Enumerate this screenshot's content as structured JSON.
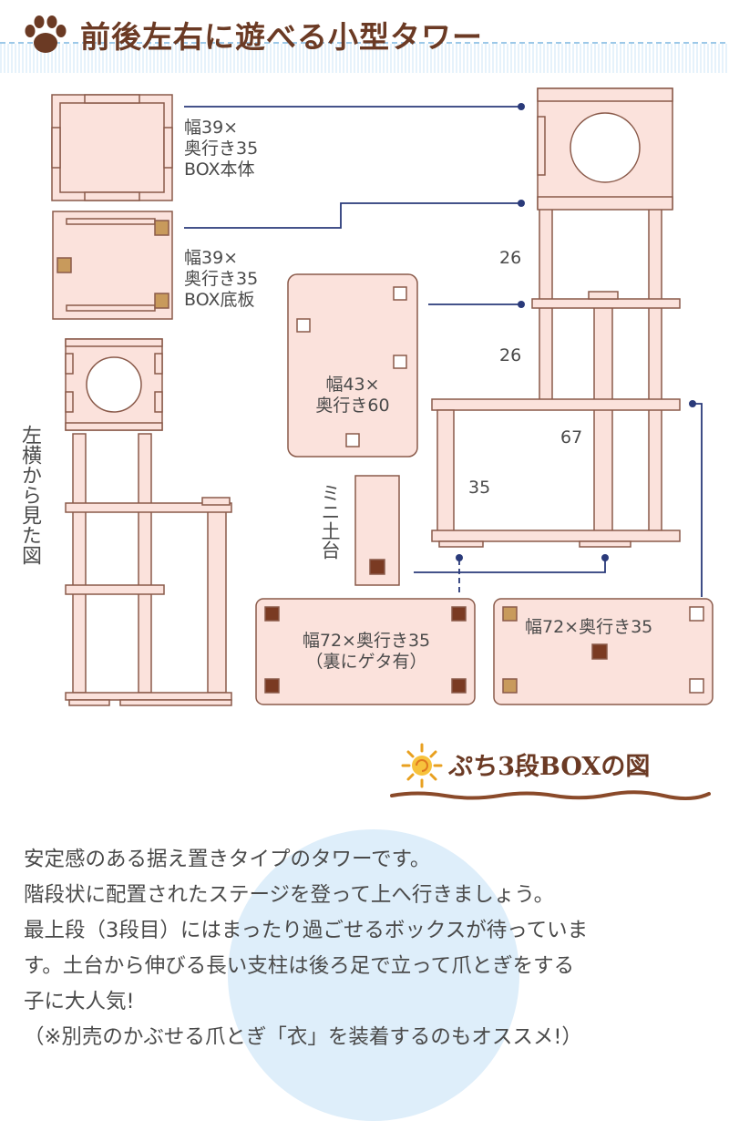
{
  "header": {
    "title": "前後左右に遊べる小型タワー"
  },
  "labels": {
    "box_body": "幅39×\n奥行き35\nBOX本体",
    "box_bottom": "幅39×\n奥行き35\nBOX底板",
    "stage": "幅43×\n奥行き60",
    "mini_base": "ミニ土台",
    "side_view": "左横から見た図",
    "base_left": "幅72×奥行き35\n（裏にゲタ有）",
    "base_right": "幅72×奥行き35",
    "dim_26a": "26",
    "dim_26b": "26",
    "dim_67": "67",
    "dim_35": "35"
  },
  "subtitle": "ぷち3段BOXの図",
  "description": [
    "安定感のある据え置きタイプのタワーです。",
    "階段状に配置されたステージを登って上へ行きましょう。",
    "最上段（3段目）にはまったり過ごせるボックスが待っていま",
    "す。土台から伸びる長い支柱は後ろ足で立って爪とぎをする",
    "子に大人気!",
    "（※別売のかぶせる爪とぎ「衣」を装着するのもオススメ!）"
  ],
  "colors": {
    "wood": "#fbe2dc",
    "outline": "#8a5a4a",
    "line": "#2a3a7a",
    "brown_pad": "#7a3a22",
    "tan_pad": "#c89a5c"
  }
}
